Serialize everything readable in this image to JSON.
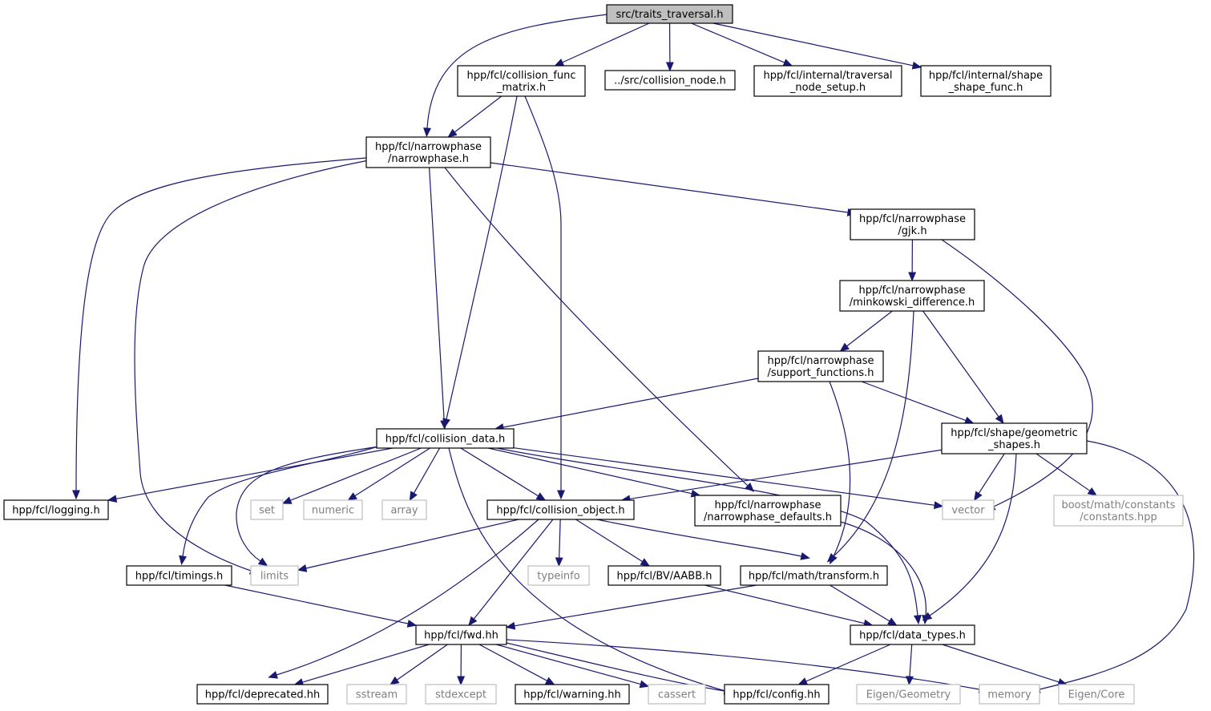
{
  "title": "src/traits_traversal.h",
  "colors": {
    "edge": "#191970",
    "root_fill": "#bfbfbf",
    "system_header_border": "#bfbfbf",
    "system_header_text": "#7f7f7f"
  },
  "nodes": [
    {
      "id": "root",
      "lines": [
        "src/traits_traversal.h"
      ],
      "kind": "root"
    },
    {
      "id": "cfm",
      "lines": [
        "hpp/fcl/collision_func",
        "_matrix.h"
      ]
    },
    {
      "id": "cnode",
      "lines": [
        "../src/collision_node.h"
      ]
    },
    {
      "id": "tns",
      "lines": [
        "hpp/fcl/internal/traversal",
        "_node_setup.h"
      ]
    },
    {
      "id": "ssf",
      "lines": [
        "hpp/fcl/internal/shape",
        "_shape_func.h"
      ]
    },
    {
      "id": "np",
      "lines": [
        "hpp/fcl/narrowphase",
        "/narrowphase.h"
      ]
    },
    {
      "id": "gjk",
      "lines": [
        "hpp/fcl/narrowphase",
        "/gjk.h"
      ]
    },
    {
      "id": "mink",
      "lines": [
        "hpp/fcl/narrowphase",
        "/minkowski_difference.h"
      ]
    },
    {
      "id": "supp",
      "lines": [
        "hpp/fcl/narrowphase",
        "/support_functions.h"
      ]
    },
    {
      "id": "cdata",
      "lines": [
        "hpp/fcl/collision_data.h"
      ]
    },
    {
      "id": "geom",
      "lines": [
        "hpp/fcl/shape/geometric",
        "_shapes.h"
      ]
    },
    {
      "id": "logging",
      "lines": [
        "hpp/fcl/logging.h"
      ]
    },
    {
      "id": "set",
      "lines": [
        "set"
      ],
      "kind": "system"
    },
    {
      "id": "numeric",
      "lines": [
        "numeric"
      ],
      "kind": "system"
    },
    {
      "id": "array",
      "lines": [
        "array"
      ],
      "kind": "system"
    },
    {
      "id": "cobj",
      "lines": [
        "hpp/fcl/collision_object.h"
      ]
    },
    {
      "id": "npdef",
      "lines": [
        "hpp/fcl/narrowphase",
        "/narrowphase_defaults.h"
      ]
    },
    {
      "id": "vector",
      "lines": [
        "vector"
      ],
      "kind": "system"
    },
    {
      "id": "boostc",
      "lines": [
        "boost/math/constants",
        "/constants.hpp"
      ],
      "kind": "system"
    },
    {
      "id": "timings",
      "lines": [
        "hpp/fcl/timings.h"
      ]
    },
    {
      "id": "limits",
      "lines": [
        "limits"
      ],
      "kind": "system"
    },
    {
      "id": "typeinfo",
      "lines": [
        "typeinfo"
      ],
      "kind": "system"
    },
    {
      "id": "aabb",
      "lines": [
        "hpp/fcl/BV/AABB.h"
      ]
    },
    {
      "id": "transform",
      "lines": [
        "hpp/fcl/math/transform.h"
      ]
    },
    {
      "id": "fwd",
      "lines": [
        "hpp/fcl/fwd.hh"
      ]
    },
    {
      "id": "dtypes",
      "lines": [
        "hpp/fcl/data_types.h"
      ]
    },
    {
      "id": "deprecated",
      "lines": [
        "hpp/fcl/deprecated.hh"
      ]
    },
    {
      "id": "sstream",
      "lines": [
        "sstream"
      ],
      "kind": "system"
    },
    {
      "id": "stdexcept",
      "lines": [
        "stdexcept"
      ],
      "kind": "system"
    },
    {
      "id": "warning",
      "lines": [
        "hpp/fcl/warning.hh"
      ]
    },
    {
      "id": "cassert",
      "lines": [
        "cassert"
      ],
      "kind": "system"
    },
    {
      "id": "config",
      "lines": [
        "hpp/fcl/config.hh"
      ]
    },
    {
      "id": "eigengeo",
      "lines": [
        "Eigen/Geometry"
      ],
      "kind": "system"
    },
    {
      "id": "memory",
      "lines": [
        "memory"
      ],
      "kind": "system"
    },
    {
      "id": "eigencore",
      "lines": [
        "Eigen/Core"
      ],
      "kind": "system"
    }
  ],
  "edges": [
    [
      "root",
      "cfm"
    ],
    [
      "root",
      "cnode"
    ],
    [
      "root",
      "tns"
    ],
    [
      "root",
      "ssf"
    ],
    [
      "root",
      "np"
    ],
    [
      "cfm",
      "np"
    ],
    [
      "cfm",
      "cdata"
    ],
    [
      "cfm",
      "cobj"
    ],
    [
      "np",
      "gjk"
    ],
    [
      "np",
      "cdata"
    ],
    [
      "np",
      "npdef"
    ],
    [
      "np",
      "logging"
    ],
    [
      "np",
      "limits"
    ],
    [
      "gjk",
      "mink"
    ],
    [
      "gjk",
      "vector"
    ],
    [
      "mink",
      "supp"
    ],
    [
      "mink",
      "geom"
    ],
    [
      "mink",
      "transform"
    ],
    [
      "supp",
      "cdata"
    ],
    [
      "supp",
      "geom"
    ],
    [
      "supp",
      "transform"
    ],
    [
      "cdata",
      "logging"
    ],
    [
      "cdata",
      "set"
    ],
    [
      "cdata",
      "numeric"
    ],
    [
      "cdata",
      "array"
    ],
    [
      "cdata",
      "cobj"
    ],
    [
      "cdata",
      "npdef"
    ],
    [
      "cdata",
      "vector"
    ],
    [
      "cdata",
      "timings"
    ],
    [
      "cdata",
      "limits"
    ],
    [
      "cdata",
      "dtypes"
    ],
    [
      "cdata",
      "config"
    ],
    [
      "geom",
      "cobj"
    ],
    [
      "geom",
      "vector"
    ],
    [
      "geom",
      "boostc"
    ],
    [
      "geom",
      "dtypes"
    ],
    [
      "geom",
      "memory"
    ],
    [
      "cobj",
      "limits"
    ],
    [
      "cobj",
      "typeinfo"
    ],
    [
      "cobj",
      "aabb"
    ],
    [
      "cobj",
      "transform"
    ],
    [
      "cobj",
      "fwd"
    ],
    [
      "cobj",
      "deprecated"
    ],
    [
      "npdef",
      "dtypes"
    ],
    [
      "timings",
      "fwd"
    ],
    [
      "aabb",
      "dtypes"
    ],
    [
      "transform",
      "dtypes"
    ],
    [
      "transform",
      "fwd"
    ],
    [
      "fwd",
      "deprecated"
    ],
    [
      "fwd",
      "sstream"
    ],
    [
      "fwd",
      "stdexcept"
    ],
    [
      "fwd",
      "warning"
    ],
    [
      "fwd",
      "cassert"
    ],
    [
      "fwd",
      "config"
    ],
    [
      "fwd",
      "memory"
    ],
    [
      "dtypes",
      "config"
    ],
    [
      "dtypes",
      "eigengeo"
    ],
    [
      "dtypes",
      "eigencore"
    ]
  ]
}
